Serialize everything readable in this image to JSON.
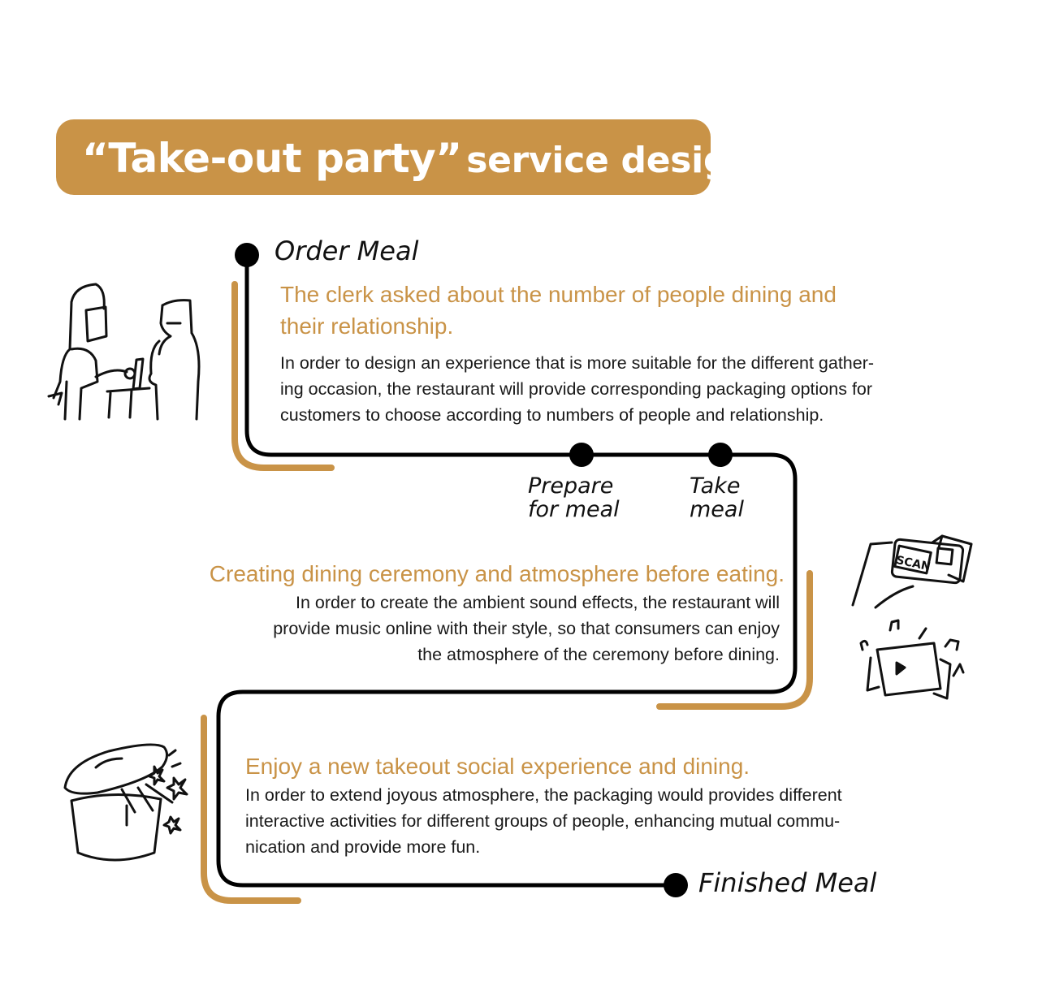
{
  "title": {
    "main": "“Take-out party”",
    "sub": "service design"
  },
  "stages": {
    "order_meal": "Order Meal",
    "prepare_line1": "Prepare",
    "prepare_line2": "for meal",
    "take_line1": "Take",
    "take_line2": "meal",
    "finished_meal": "Finished Meal"
  },
  "sections": {
    "order": {
      "heading_line1": "The clerk asked about the number of people dining and",
      "heading_line2": "their relationship.",
      "body_line1": "In order to design an experience that is more suitable for the different gather-",
      "body_line2": "ing occasion, the restaurant will provide corresponding packaging options for",
      "body_line3": "customers to choose according to numbers of people and relationship."
    },
    "ceremony": {
      "heading": "Creating dining ceremony and atmosphere before eating.",
      "body_line1": "In order to create the ambient sound effects, the restaurant will",
      "body_line2": "provide music online with their style, so that consumers can enjoy",
      "body_line3": "the atmosphere of the ceremony before dining."
    },
    "social": {
      "heading": "Enjoy a new takeout social experience and dining.",
      "body_line1": "In order to extend joyous atmosphere, the packaging would provides different",
      "body_line2": "interactive activities for different groups of people, enhancing mutual commu-",
      "body_line3": "nication and provide more fun."
    }
  },
  "illustrations": {
    "scan_label": "SCAN"
  },
  "colors": {
    "accent": "#C99347",
    "line": "#000000",
    "text": "#1a1a1a"
  }
}
